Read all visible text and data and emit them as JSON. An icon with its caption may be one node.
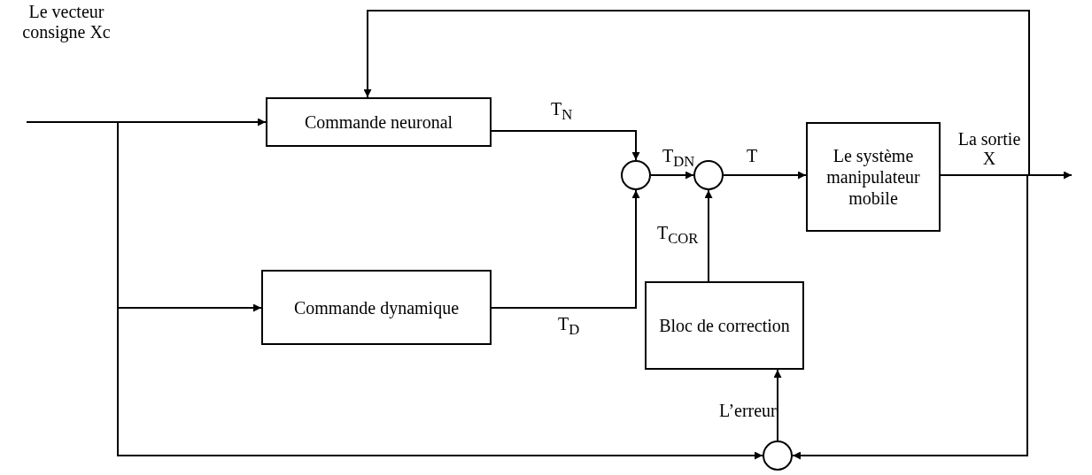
{
  "diagram": {
    "nodes": [
      {
        "text": [
          "Commande neuronal"
        ]
      },
      {
        "text": [
          "Commande dynamique"
        ]
      },
      {
        "text": [],
        "shape": "circle"
      },
      {
        "text": [],
        "shape": "circle"
      },
      {
        "text": [
          "Le système manipulateur mobile"
        ]
      },
      {
        "text": [
          "Bloc de correction"
        ]
      },
      {
        "text": [],
        "shape": "circle"
      }
    ],
    "edges": [
      {
        "from": null,
        "to": 0,
        "arrow": "to"
      },
      {
        "from": null,
        "to": 1,
        "arrow": "to"
      },
      {
        "from": null,
        "to": 6,
        "arrow": "to"
      },
      {
        "from": 0,
        "to": 2,
        "arrow": "to",
        "label": "T$_{N}$"
      },
      {
        "from": 1,
        "to": 2,
        "arrow": "to",
        "label": "T$_{D}$"
      },
      {
        "from": 2,
        "to": 3,
        "arrow": "to",
        "label": "T$_{DN}$"
      },
      {
        "from": 3,
        "to": 4,
        "arrow": "to",
        "label": "T"
      },
      {
        "from": 5,
        "to": 3,
        "arrow": "to",
        "label": "T$_{COR}$"
      },
      {
        "from": 6,
        "to": 5,
        "arrow": "to",
        "label": "L’erreur"
      },
      {
        "from": 4,
        "to": null,
        "arrow": "to",
        "label": "La sortie X"
      },
      {
        "from": 4,
        "to": 6,
        "arrow": "to"
      },
      {
        "from": 4,
        "to": 0,
        "arrow": "to"
      }
    ],
    "labels": [
      "Le vecteur consigne Xc"
    ]
  }
}
